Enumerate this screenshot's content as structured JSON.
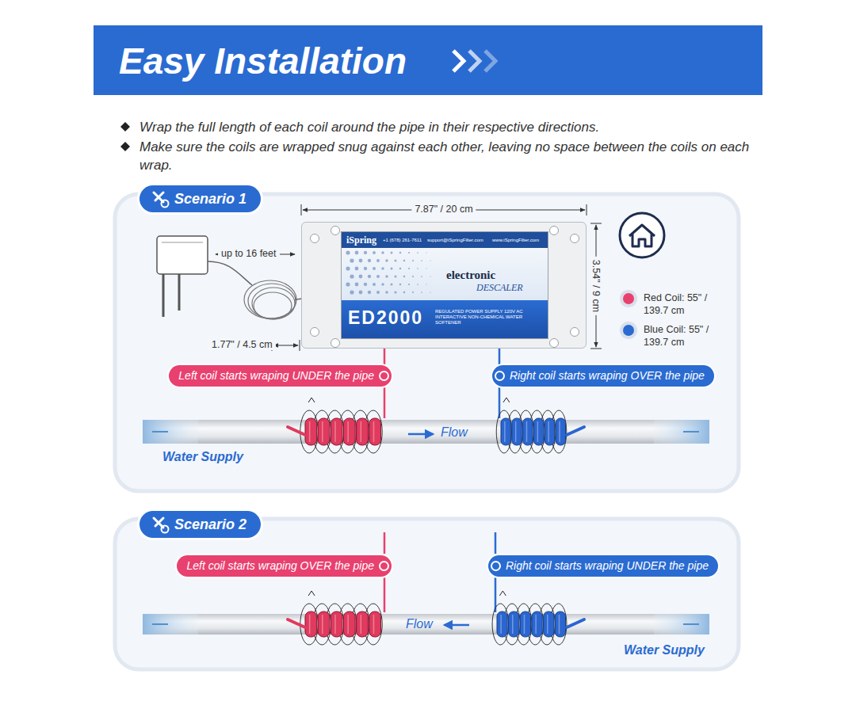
{
  "diagram": {
    "title": "Easy Installation",
    "nodes": [
      {
        "text": [
          "Scenario 1"
        ]
      },
      {
        "text": [
          "iSpring",
          "+1 (678) 261-7611",
          "support@iSpringFilter.com",
          "www.iSpringFilter.com",
          "electronic",
          "DESCALER",
          "ED2000",
          "REGULATED POWER SUPPLY 120V AC INTERACTIVE NON-CHEMICAL WATER SOFTENER"
        ]
      },
      {
        "text": [
          "Left coil starts wraping UNDER the pipe"
        ]
      },
      {
        "text": [
          "Right coil starts wraping OVER the pipe"
        ]
      },
      {
        "text": [
          "Scenario 2"
        ]
      },
      {
        "text": [
          "Left coil starts wraping OVER the pipe"
        ]
      },
      {
        "text": [
          "Right coil starts wraping UNDER the pipe"
        ]
      }
    ],
    "edges": [
      {
        "from": 1,
        "to": 2,
        "arrow": "none"
      },
      {
        "from": 1,
        "to": 3,
        "arrow": "none"
      }
    ],
    "labels": [
      "Wrap the full length of each coil around the pipe in their respective directions.",
      "Make sure the coils are wrapped snug against each other, leaving no space between the coils on each wrap.",
      "7.87\" / 20 cm",
      "up to 16 feet",
      "3.54\" / 9 cm",
      "1.77\" / 4.5 cm",
      "Flow",
      "Water Supply",
      "Flow",
      "Water Supply"
    ],
    "legend": [
      {
        "text": "Red Coil: 55\" / 139.7 cm",
        "color": "#e8416f"
      },
      {
        "text": "Blue Coil: 55\" / 139.7 cm",
        "color": "#2a6bd1"
      }
    ]
  }
}
